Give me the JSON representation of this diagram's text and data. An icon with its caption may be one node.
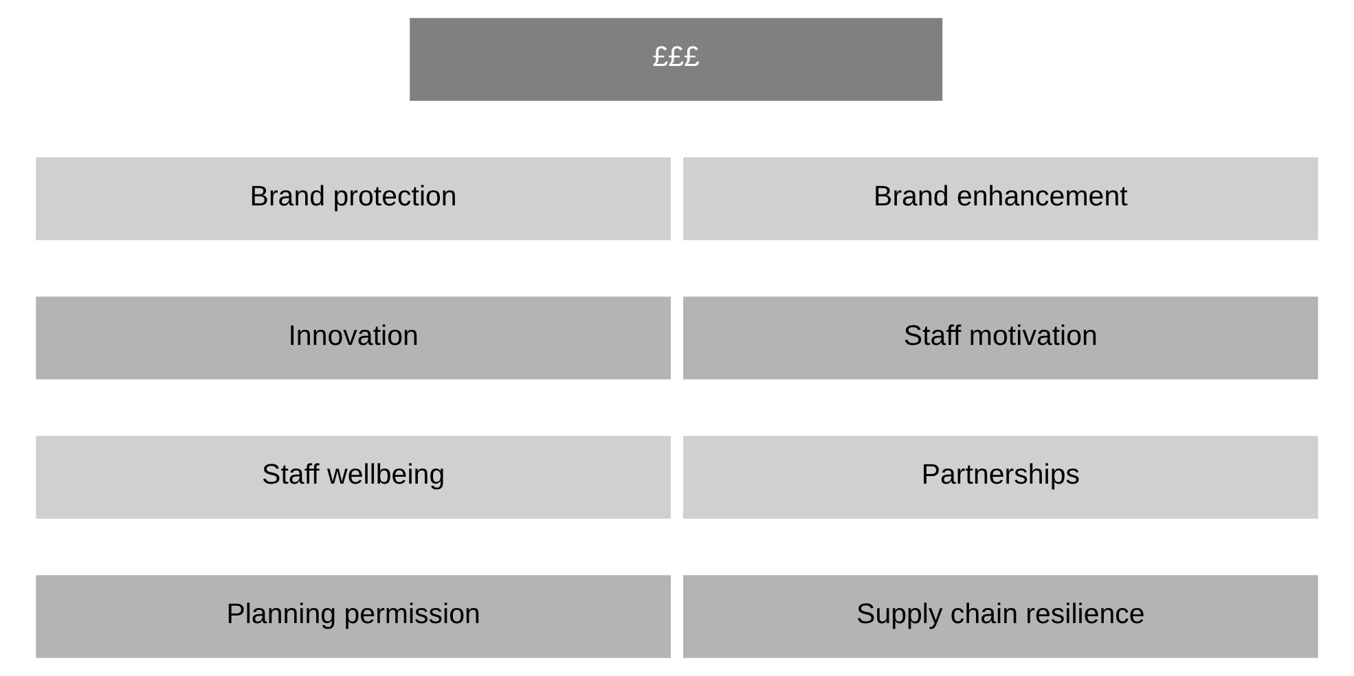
{
  "diagram": {
    "nodes": [
      {
        "text": [
          "£££"
        ]
      },
      {
        "text": [
          "Brand protection"
        ]
      },
      {
        "text": [
          "Brand enhancement"
        ]
      },
      {
        "text": [
          "Innovation"
        ]
      },
      {
        "text": [
          "Staff motivation"
        ]
      },
      {
        "text": [
          "Staff wellbeing"
        ]
      },
      {
        "text": [
          "Partnerships"
        ]
      },
      {
        "text": [
          "Planning permission"
        ]
      },
      {
        "text": [
          "Supply chain resilience"
        ]
      }
    ]
  }
}
